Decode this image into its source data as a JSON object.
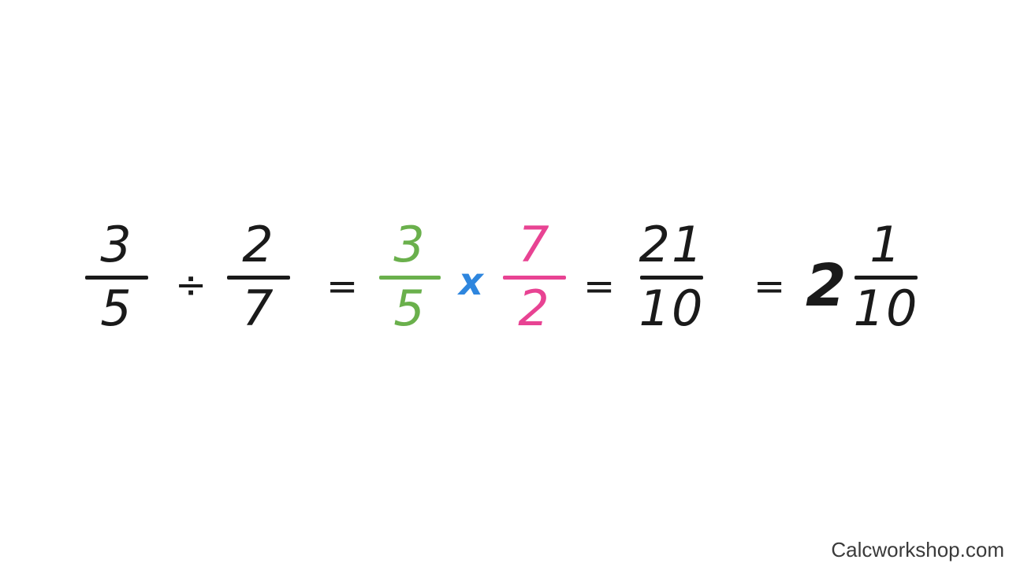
{
  "colors": {
    "ink": "#1a1a1a",
    "green": "#6ab04c",
    "blue": "#2e86de",
    "pink": "#e84393"
  },
  "expression": {
    "f1": {
      "numerator": "3",
      "denominator": "5"
    },
    "op1": "÷",
    "f2": {
      "numerator": "2",
      "denominator": "7"
    },
    "eq1": "=",
    "f3": {
      "numerator": "3",
      "denominator": "5"
    },
    "op2": "x",
    "f4": {
      "numerator": "7",
      "denominator": "2"
    },
    "eq2": "=",
    "f5": {
      "numerator": "21",
      "denominator": "10"
    },
    "eq3": "=",
    "mixed": {
      "whole": "2",
      "numerator": "1",
      "denominator": "10"
    }
  },
  "watermark": "Calcworkshop.com"
}
